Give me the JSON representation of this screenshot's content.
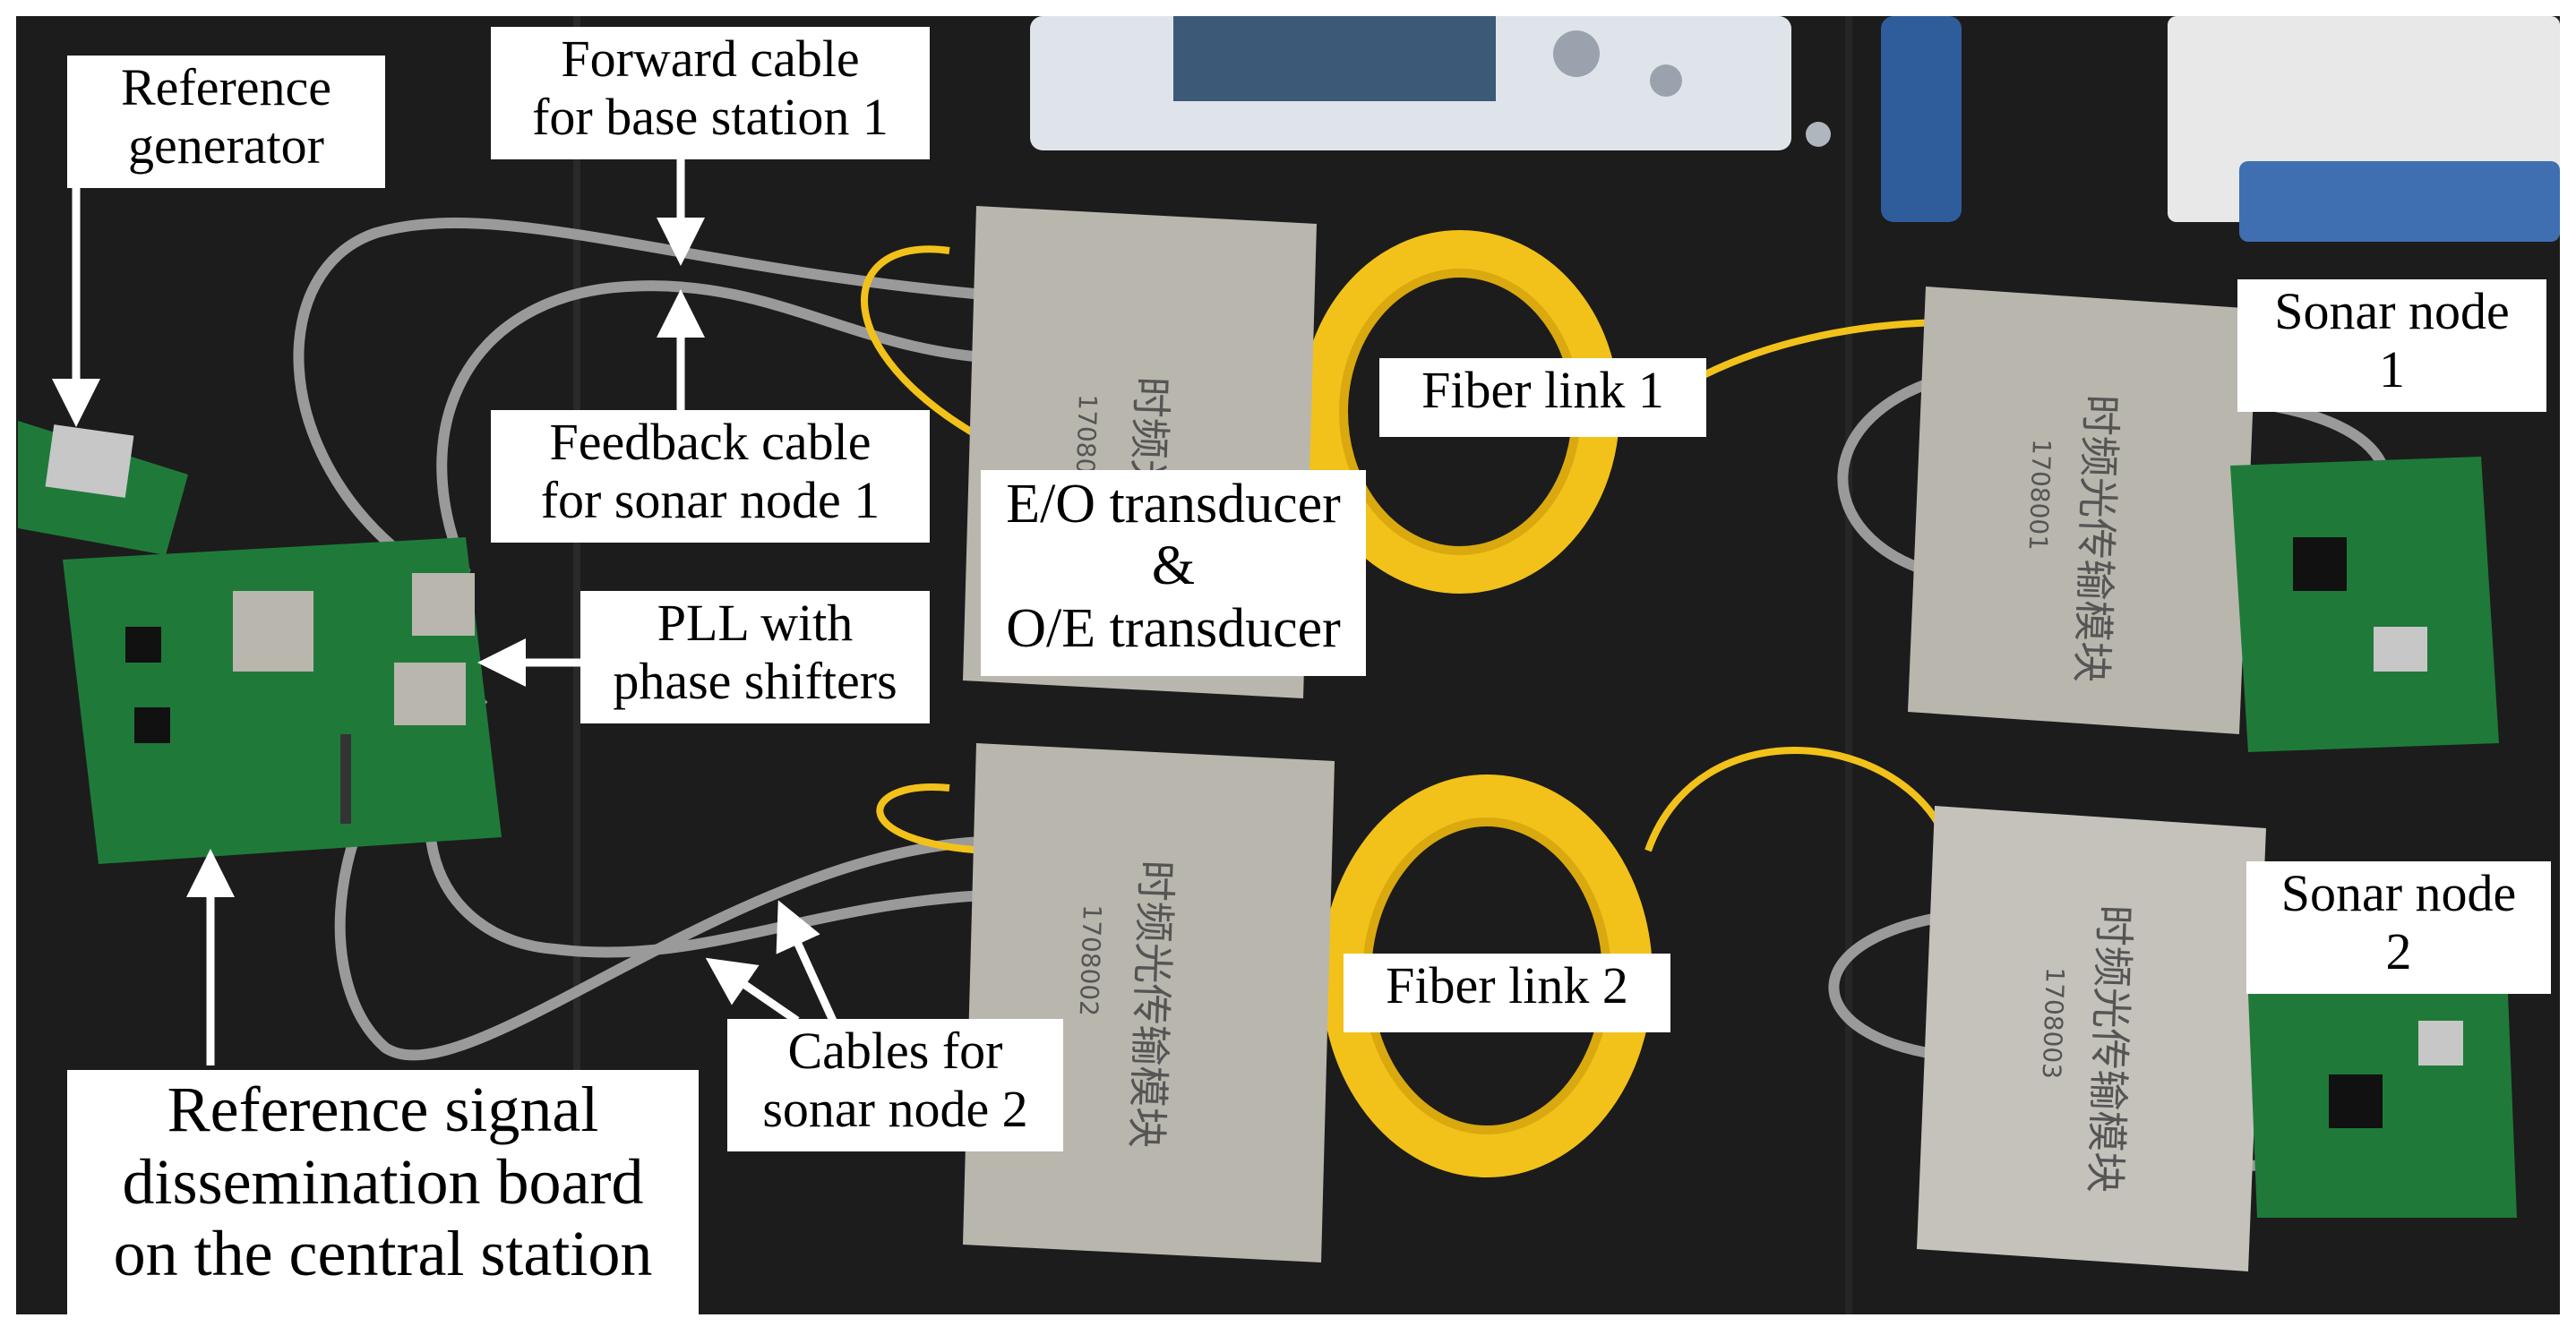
{
  "figure": {
    "colors": {
      "bench": "#1c1c1c",
      "pcb": "#1f7a3a",
      "module": "#b9b6ad",
      "fiber": "#f2c21a",
      "cable": "#9a9a9a",
      "instrument": "#dfe4ea",
      "label_bg": "#ffffff",
      "arrow": "#ffffff"
    },
    "labels": {
      "reference_generator": [
        "Reference",
        "generator"
      ],
      "forward_cable": [
        "Forward cable",
        "for base station 1"
      ],
      "feedback_cable": [
        "Feedback cable",
        "for sonar node 1"
      ],
      "pll": [
        "PLL with",
        "phase shifters"
      ],
      "transducer": [
        "E/O transducer",
        "&",
        "O/E transducer"
      ],
      "fiber_link_1": "Fiber link 1",
      "fiber_link_2": "Fiber link 2",
      "sonar_node_1": [
        "Sonar node",
        "1"
      ],
      "sonar_node_2": [
        "Sonar node",
        "2"
      ],
      "cables_sonar_2": [
        "Cables for",
        "sonar node 2"
      ],
      "reference_board": [
        "Reference signal",
        "dissemination board",
        "on the central station"
      ]
    },
    "module_markings": {
      "chinese_text": "时频光传输模块",
      "serial_1": "1708001",
      "serial_2": "1708002",
      "serial_3": "1708003"
    }
  }
}
